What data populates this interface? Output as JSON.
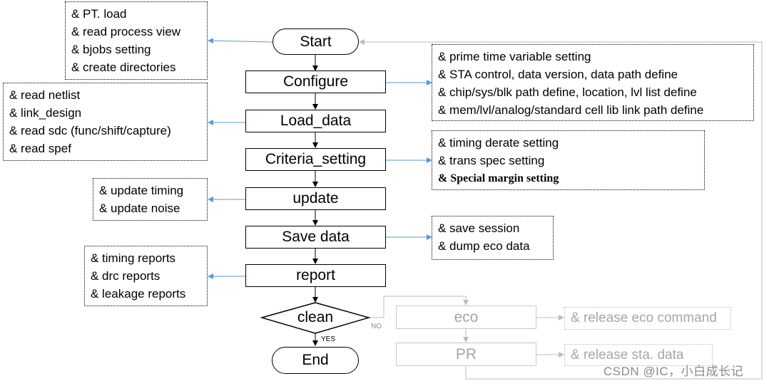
{
  "flow": {
    "start": "Start",
    "configure": "Configure",
    "load_data": "Load_data",
    "criteria_setting": "Criteria_setting",
    "update": "update",
    "save_data": "Save data",
    "report": "report",
    "clean": "clean",
    "end": "End",
    "eco": "eco",
    "pr": "PR",
    "yes_label": "YES",
    "no_label": "NO"
  },
  "notes": {
    "start": [
      "&  PT.  load",
      "&  read process view",
      "&  bjobs setting",
      "&  create directories"
    ],
    "configure": [
      "&  prime time variable setting",
      "&  STA control, data version, data path define",
      "&  chip/sys/blk path define, location, lvl list define",
      "&  mem/lvl/analog/standard cell lib link path define"
    ],
    "load_data": [
      "&  read netlist",
      "&  link_design",
      "&  read sdc (func/shift/capture)",
      "&  read spef"
    ],
    "criteria": [
      "&  timing derate setting",
      "&  trans spec setting",
      "&  Special margin setting"
    ],
    "update": [
      "&  update timing",
      "&  update noise"
    ],
    "save_data": [
      "&  save session",
      "&  dump eco data"
    ],
    "report": [
      "&  timing reports",
      "&  drc reports",
      "&  leakage reports"
    ],
    "eco": [
      "& release eco command"
    ],
    "pr": [
      "&  release sta. data"
    ]
  },
  "watermark": "CSDN @IC，小白成长记"
}
